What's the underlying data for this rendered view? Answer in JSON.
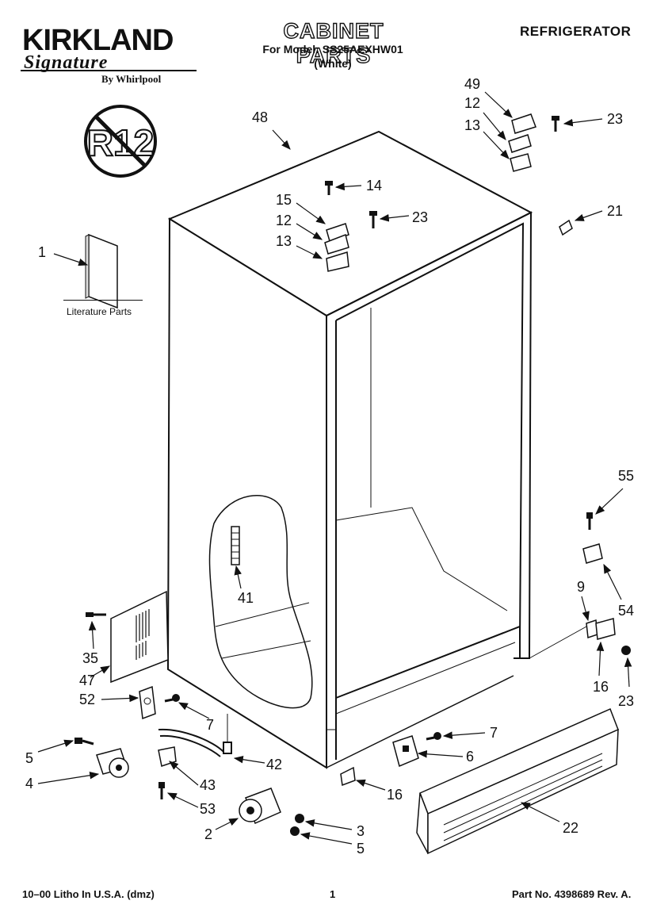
{
  "header": {
    "brand_name": "KIRKLAND",
    "brand_script": "Signature",
    "maker": "By Whirlpool",
    "title": "CABINET PARTS",
    "model_line": "For Model: SS25AEXHW01",
    "color_line": "(White)",
    "category": "REFRIGERATOR"
  },
  "literature": {
    "label": "Literature Parts"
  },
  "footer": {
    "left": "10–00 Litho In U.S.A. (dmz)",
    "center": "1",
    "right": "Part No. 4398689 Rev. A."
  },
  "callouts": [
    {
      "id": "c1",
      "text": "1"
    },
    {
      "id": "c48",
      "text": "48"
    },
    {
      "id": "c49",
      "text": "49"
    },
    {
      "id": "c12a",
      "text": "12"
    },
    {
      "id": "c13a",
      "text": "13"
    },
    {
      "id": "c23a",
      "text": "23"
    },
    {
      "id": "c14",
      "text": "14"
    },
    {
      "id": "c15",
      "text": "15"
    },
    {
      "id": "c12b",
      "text": "12"
    },
    {
      "id": "c13b",
      "text": "13"
    },
    {
      "id": "c23b",
      "text": "23"
    },
    {
      "id": "c21",
      "text": "21"
    },
    {
      "id": "c55",
      "text": "55"
    },
    {
      "id": "c54",
      "text": "54"
    },
    {
      "id": "c9",
      "text": "9"
    },
    {
      "id": "c16a",
      "text": "16"
    },
    {
      "id": "c23c",
      "text": "23"
    },
    {
      "id": "c41",
      "text": "41"
    },
    {
      "id": "c35",
      "text": "35"
    },
    {
      "id": "c47",
      "text": "47"
    },
    {
      "id": "c52",
      "text": "52"
    },
    {
      "id": "c7a",
      "text": "7"
    },
    {
      "id": "c7b",
      "text": "7"
    },
    {
      "id": "c6",
      "text": "6"
    },
    {
      "id": "c5a",
      "text": "5"
    },
    {
      "id": "c4",
      "text": "4"
    },
    {
      "id": "c42",
      "text": "42"
    },
    {
      "id": "c43",
      "text": "43"
    },
    {
      "id": "c53",
      "text": "53"
    },
    {
      "id": "c16b",
      "text": "16"
    },
    {
      "id": "c22",
      "text": "22"
    },
    {
      "id": "c2",
      "text": "2"
    },
    {
      "id": "c3",
      "text": "3"
    },
    {
      "id": "c5b",
      "text": "5"
    }
  ]
}
